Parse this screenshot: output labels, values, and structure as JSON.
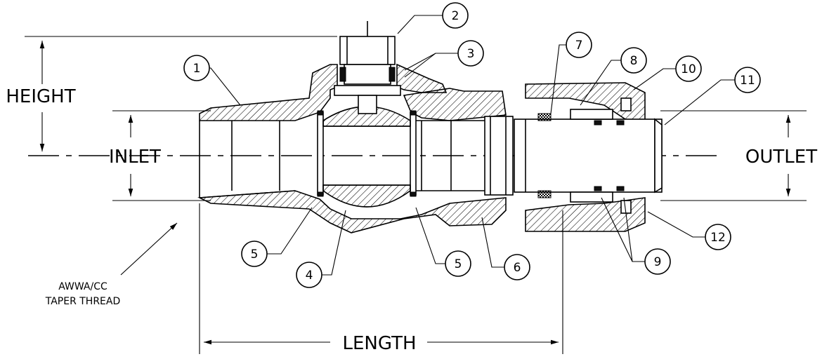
{
  "dimensions": {
    "height": "HEIGHT",
    "inlet": "INLET",
    "outlet": "OUTLET",
    "length": "LENGTH"
  },
  "thread_note": {
    "line1": "AWWA/CC",
    "line2": "TAPER THREAD"
  },
  "callouts": [
    "1",
    "2",
    "3",
    "4",
    "5",
    "5",
    "6",
    "7",
    "8",
    "9",
    "10",
    "11",
    "12"
  ]
}
